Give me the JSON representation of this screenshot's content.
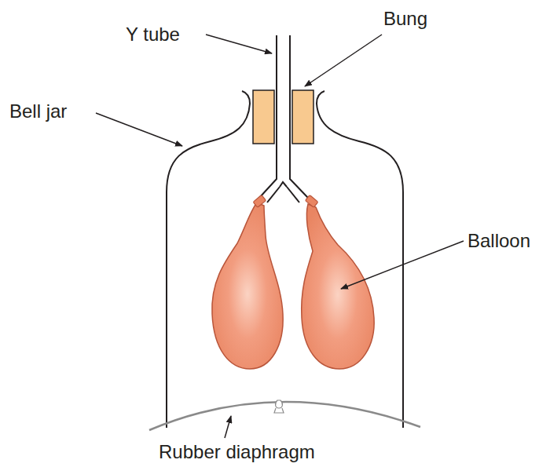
{
  "diagram": {
    "labels": [
      "Y tube",
      "Bung",
      "Bell jar",
      "Balloon",
      "Rubber diaphragm"
    ]
  }
}
